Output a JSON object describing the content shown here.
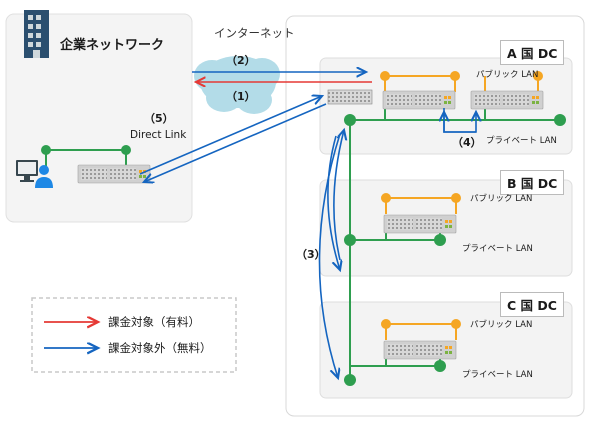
{
  "corporate": {
    "title": "企業ネットワーク",
    "direct_link": "Direct Link"
  },
  "internet": {
    "label": "インターネット"
  },
  "steps": {
    "s1": "（1）",
    "s2": "（2）",
    "s3": "（3）",
    "s4": "（4）",
    "s5": "（5）"
  },
  "datacenters": [
    {
      "title": "A 国 DC",
      "public_lan": "パブリック LAN",
      "private_lan": "プライベート LAN"
    },
    {
      "title": "B 国 DC",
      "public_lan": "パブリック LAN",
      "private_lan": "プライベート LAN"
    },
    {
      "title": "C 国 DC",
      "public_lan": "パブリック LAN",
      "private_lan": "プライベート LAN"
    }
  ],
  "legend": {
    "paid": "課金対象（有料）",
    "free": "課金対象外（無料）"
  },
  "colors": {
    "paid_arrow": "#e53935",
    "free_arrow": "#1565c0",
    "private_lan": "#2e9e4f",
    "public_lan": "#f5a623",
    "cloud": "#b3dce8"
  }
}
